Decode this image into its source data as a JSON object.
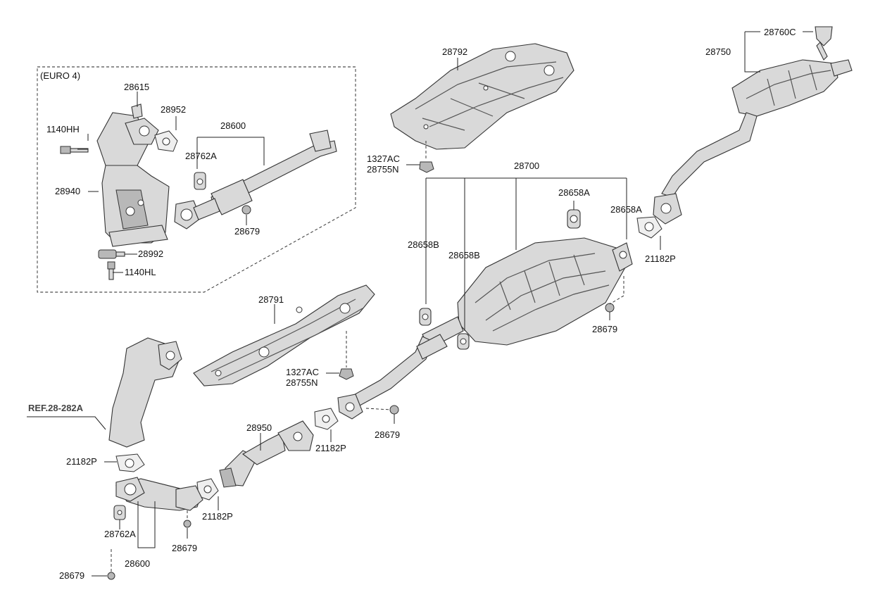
{
  "diagram": {
    "euro_box_label": "(EURO 4)",
    "ref_label": "REF.28-282A",
    "labels": {
      "p28615": "28615",
      "p28952": "28952",
      "p1140HH": "1140HH",
      "p28600_top": "28600",
      "p28762A_top": "28762A",
      "p28940": "28940",
      "p28679_euro": "28679",
      "p28992": "28992",
      "p1140HL": "1140HL",
      "p28792": "28792",
      "p1327AC_top": "1327AC",
      "p28755N_top": "28755N",
      "p28700": "28700",
      "p28658A_1": "28658A",
      "p28658A_2": "28658A",
      "p28658B_1": "28658B",
      "p28658B_2": "28658B",
      "p21182P_right": "21182P",
      "p28679_right": "28679",
      "p28760C": "28760C",
      "p28750": "28750",
      "p28791": "28791",
      "p1327AC_mid": "1327AC",
      "p28755N_mid": "28755N",
      "p28950": "28950",
      "p21182P_mid": "21182P",
      "p28679_mid": "28679",
      "p21182P_left": "21182P",
      "p21182P_lower": "21182P",
      "p28762A_bottom": "28762A",
      "p28600_bottom": "28600",
      "p28679_lower": "28679",
      "p28679_bottom": "28679"
    }
  }
}
